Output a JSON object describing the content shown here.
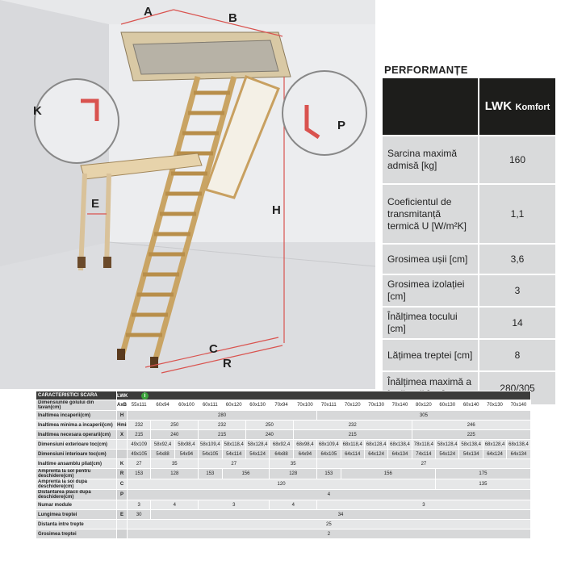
{
  "illustration": {
    "labels": {
      "A": "A",
      "B": "B",
      "K": "K",
      "E": "E",
      "H": "H",
      "P": "P",
      "C": "C",
      "R": "R"
    }
  },
  "performance": {
    "title": "PERFORMANȚE",
    "product_main": "LWK",
    "product_sub": "Komfort",
    "rows": [
      {
        "label": "Sarcina maximă admisă [kg]",
        "value": "160"
      },
      {
        "label": "Coeficientul de transmitanță termică U [W/m²K]",
        "value": "1,1"
      },
      {
        "label": "Grosimea ușii [cm]",
        "value": "3,6"
      },
      {
        "label": "Grosimea izolației [cm]",
        "value": "3"
      },
      {
        "label": "Înălțimea tocului [cm]",
        "value": "14"
      },
      {
        "label": "Lățimea treptei [cm]",
        "value": "8"
      },
      {
        "label": "Înălțimea maximă a încăperii [cm]",
        "value": "280/305"
      }
    ]
  },
  "characteristics": {
    "title": "CARACTERISTICI SCARA",
    "model": "LWK",
    "info_icon": "i",
    "dims_label": "Dimensiunile golului din tavan(cm)",
    "dims_symbol": "AxB",
    "dims": [
      "55x111",
      "60x94",
      "60x100",
      "60x111",
      "60x120",
      "60x130",
      "70x94",
      "70x100",
      "70x111",
      "70x120",
      "70x130",
      "70x140",
      "80x120",
      "60x130",
      "60x140",
      "70x130",
      "70x140"
    ],
    "rows": [
      {
        "label": "Inaltimea incaperii(cm)",
        "symbol": "H",
        "cells": [
          [
            "280",
            8
          ],
          [
            "305",
            9
          ]
        ]
      },
      {
        "label": "Inaltimea minima a incaperii(cm)",
        "symbol": "Hmin",
        "cells": [
          [
            "232",
            1
          ],
          [
            "250",
            2
          ],
          [
            "232",
            2
          ],
          [
            "250",
            2
          ],
          [
            "232",
            5
          ],
          [
            "246",
            5
          ]
        ]
      },
      {
        "label": "Inaltimea necesara operarii(cm)",
        "symbol": "X",
        "cells": [
          [
            "215",
            1
          ],
          [
            "240",
            2
          ],
          [
            "215",
            2
          ],
          [
            "240",
            2
          ],
          [
            "215",
            5
          ],
          [
            "225",
            5
          ]
        ]
      },
      {
        "label": "Dimensiuni exterioare toc(cm)",
        "symbol": "",
        "cells": [
          [
            "49x109",
            1
          ],
          [
            "58x92,4",
            1
          ],
          [
            "58x98,4",
            1
          ],
          [
            "58x109,4",
            1
          ],
          [
            "58x118,4",
            1
          ],
          [
            "58x128,4",
            1
          ],
          [
            "68x92,4",
            1
          ],
          [
            "68x98,4",
            1
          ],
          [
            "68x109,4",
            1
          ],
          [
            "68x118,4",
            1
          ],
          [
            "68x128,4",
            1
          ],
          [
            "68x138,4",
            1
          ],
          [
            "78x118,4",
            1
          ],
          [
            "58x128,4",
            1
          ],
          [
            "58x138,4",
            1
          ],
          [
            "68x128,4",
            1
          ],
          [
            "68x138,4",
            1
          ]
        ]
      },
      {
        "label": "Dimensiuni interioare toc(cm)",
        "symbol": "",
        "cells": [
          [
            "49x105",
            1
          ],
          [
            "54x88",
            1
          ],
          [
            "54x94",
            1
          ],
          [
            "54x105",
            1
          ],
          [
            "54x114",
            1
          ],
          [
            "54x124",
            1
          ],
          [
            "64x88",
            1
          ],
          [
            "64x94",
            1
          ],
          [
            "64x105",
            1
          ],
          [
            "64x114",
            1
          ],
          [
            "64x124",
            1
          ],
          [
            "64x134",
            1
          ],
          [
            "74x114",
            1
          ],
          [
            "54x124",
            1
          ],
          [
            "54x134",
            1
          ],
          [
            "64x124",
            1
          ],
          [
            "64x134",
            1
          ]
        ]
      },
      {
        "label": "Inaltime ansamblu pliat(cm)",
        "symbol": "K",
        "cells": [
          [
            "27",
            1
          ],
          [
            "35",
            2
          ],
          [
            "27",
            3
          ],
          [
            "35",
            2
          ],
          [
            "27",
            9
          ]
        ]
      },
      {
        "label": "Amprenta la sol pentru deschidere(cm)",
        "symbol": "R",
        "cells": [
          [
            "153",
            1
          ],
          [
            "128",
            2
          ],
          [
            "153",
            1
          ],
          [
            "156",
            2
          ],
          [
            "128",
            2
          ],
          [
            "153",
            1
          ],
          [
            "156",
            4
          ],
          [
            "175",
            4
          ]
        ]
      },
      {
        "label": "Amprenta la sol dupa deschidere(cm)",
        "symbol": "C",
        "cells": [
          [
            "120",
            13
          ],
          [
            "135",
            4
          ]
        ]
      },
      {
        "label": "Distantarea placii dupa deschidere(cm)",
        "symbol": "P",
        "cells": [
          [
            "4",
            17
          ]
        ]
      },
      {
        "label": "Numar module",
        "symbol": "",
        "cells": [
          [
            "3",
            1
          ],
          [
            "4",
            2
          ],
          [
            "3",
            3
          ],
          [
            "4",
            2
          ],
          [
            "3",
            9
          ]
        ]
      },
      {
        "label": "Lungimea treptei",
        "symbol": "E",
        "cells": [
          [
            "30",
            1
          ],
          [
            "34",
            16
          ]
        ]
      },
      {
        "label": "Distanta intre trepte",
        "symbol": "",
        "cells": [
          [
            "25",
            17
          ]
        ]
      },
      {
        "label": "Grosimea treptei",
        "symbol": "",
        "cells": [
          [
            "2",
            17
          ]
        ]
      }
    ]
  }
}
